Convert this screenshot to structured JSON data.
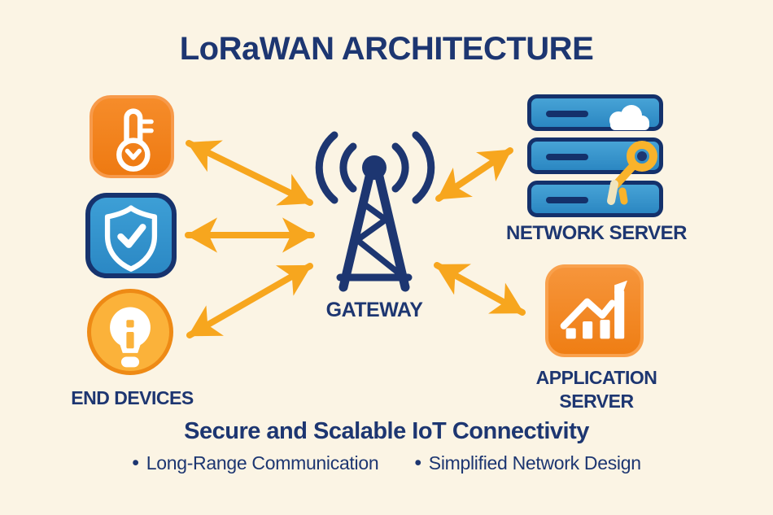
{
  "header": {
    "title": "LoRaWAN ARCHITECTURE"
  },
  "nodes": {
    "end_devices": {
      "label": "END DEVICES",
      "icons": [
        {
          "name": "thermometer-icon",
          "shape": "orange rounded square"
        },
        {
          "name": "shield-check-icon",
          "shape": "blue rounded square"
        },
        {
          "name": "lightbulb-icon",
          "shape": "amber circle"
        }
      ]
    },
    "gateway": {
      "label": "GATEWAY",
      "icon": "radio-tower-icon"
    },
    "network_server": {
      "label": "NETWORK SERVER",
      "icon": "server-stack-icon",
      "badges": [
        "cloud-icon",
        "key-icon"
      ]
    },
    "application_server": {
      "label": "APPLICATION SERVER",
      "icon": "analytics-chart-icon"
    }
  },
  "connections": [
    {
      "from": "end-device-thermometer",
      "to": "gateway",
      "bidirectional": true
    },
    {
      "from": "end-device-shield",
      "to": "gateway",
      "bidirectional": true
    },
    {
      "from": "end-device-lightbulb",
      "to": "gateway",
      "bidirectional": true
    },
    {
      "from": "gateway",
      "to": "network-server",
      "bidirectional": true
    },
    {
      "from": "gateway",
      "to": "application-server",
      "bidirectional": true
    }
  ],
  "footer": {
    "subtitle": "Secure and Scalable IoT Connectivity",
    "bullet_char": "•",
    "bullets": [
      "Long-Range Communication",
      "Simplified Network Design"
    ]
  },
  "colors": {
    "background": "#FBF4E4",
    "navy": "#1D3671",
    "orange": "#EF7E14",
    "orange_border": "#F79A4B",
    "blue": "#2F8FC9",
    "blue_dark_border": "#14316B",
    "amber": "#FBB23A",
    "amber_border": "#EE8A15",
    "arrow_yellow": "#F7A61E",
    "key_yellow": "#F9B32B",
    "white": "#FFFFFF"
  }
}
